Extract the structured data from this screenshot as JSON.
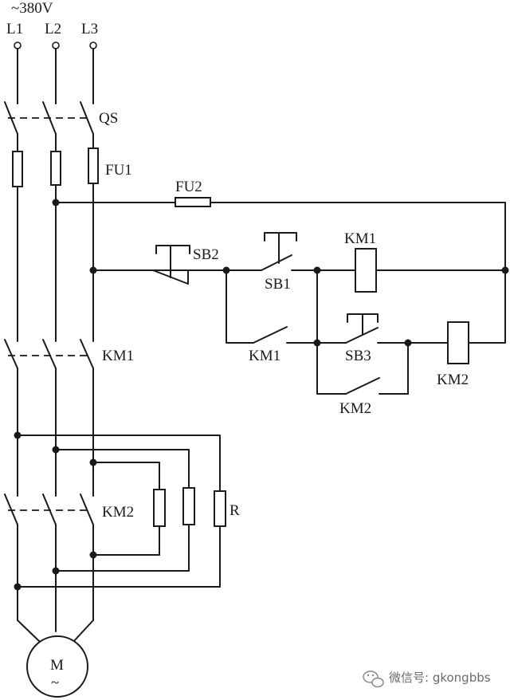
{
  "supply": {
    "voltage": "~380V",
    "phases": [
      "L1",
      "L2",
      "L3"
    ]
  },
  "components": {
    "main_switch": "QS",
    "main_fuse": "FU1",
    "control_fuse": "FU2",
    "stop_button": "SB2",
    "start_button": "SB1",
    "coil_1": "KM1",
    "contactor_1_main": "KM1",
    "contactor_1_aux": "KM1",
    "button_3": "SB3",
    "coil_2": "KM2",
    "contactor_2_main": "KM2",
    "contactor_2_aux": "KM2",
    "resistors": "R",
    "motor": "M",
    "motor_symbol": "~"
  },
  "watermark": {
    "text": "微信号: gkongbbs",
    "icon": "wechat-icon"
  }
}
